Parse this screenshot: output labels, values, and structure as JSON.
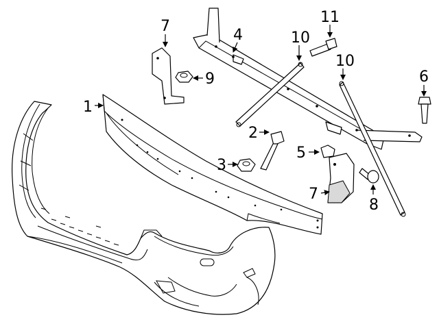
{
  "callouts": {
    "c1": "1",
    "c2": "2",
    "c3": "3",
    "c4": "4",
    "c5": "5",
    "c6": "6",
    "c7a": "7",
    "c7b": "7",
    "c8": "8",
    "c9": "9",
    "c10a": "10",
    "c10b": "10",
    "c11": "11"
  }
}
